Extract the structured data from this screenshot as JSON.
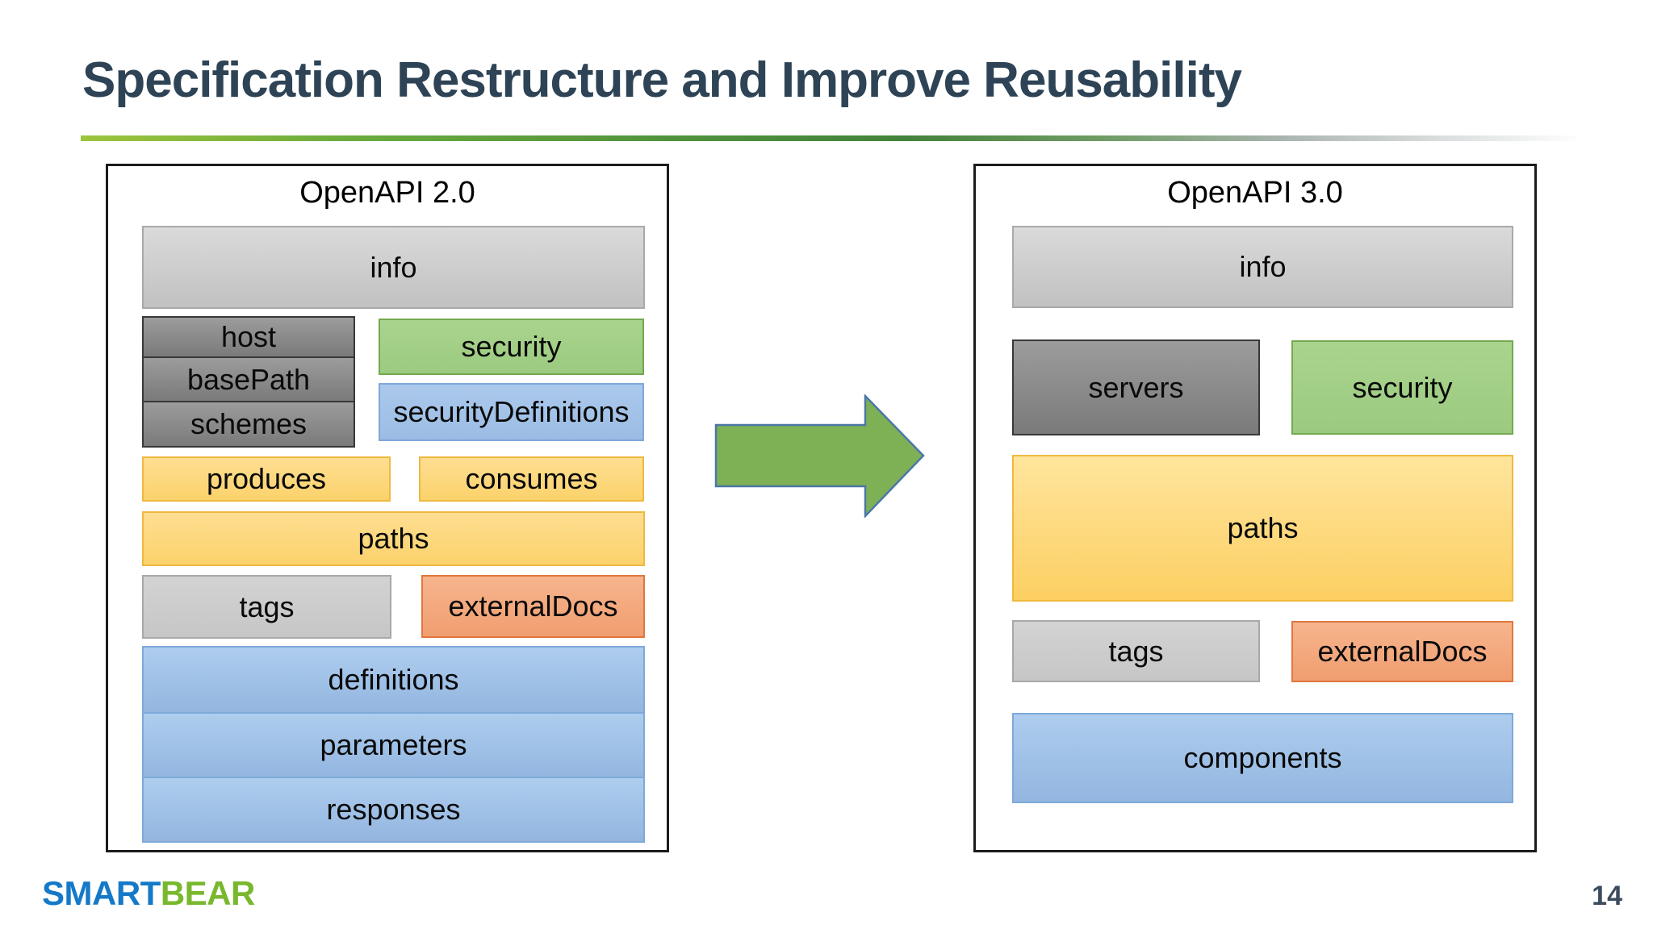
{
  "slide": {
    "title": "Specification Restructure and Improve Reusability",
    "page_number": "14"
  },
  "logo": {
    "smart": "SMART",
    "bear": "BEAR"
  },
  "panels": {
    "left": {
      "title": "OpenAPI 2.0",
      "blocks": {
        "info": "info",
        "host": "host",
        "basePath": "basePath",
        "schemes": "schemes",
        "security": "security",
        "securityDefinitions": "securityDefinitions",
        "produces": "produces",
        "consumes": "consumes",
        "paths": "paths",
        "tags": "tags",
        "externalDocs": "externalDocs",
        "definitions": "definitions",
        "parameters": "parameters",
        "responses": "responses"
      }
    },
    "right": {
      "title": "OpenAPI 3.0",
      "blocks": {
        "info": "info",
        "servers": "servers",
        "security": "security",
        "paths": "paths",
        "tags": "tags",
        "externalDocs": "externalDocs",
        "components": "components"
      }
    }
  },
  "icons": {
    "arrow": "right-arrow"
  },
  "colors": {
    "title_text": "#2e4456",
    "underline_green_start": "#9dc43c",
    "underline_green_mid": "#43823a",
    "underline_gray_end": "#d8dcdc",
    "block_gray_light": "#cfcfcf",
    "block_gray_dark": "#8a8a8a",
    "block_green": "#a2cf87",
    "block_green_border": "#72a94e",
    "block_blue": "#a1c0e6",
    "block_blue_border": "#7ea9da",
    "block_yellow": "#fdd878",
    "block_yellow_border": "#efb93f",
    "block_salmon": "#f3a97f",
    "block_salmon_border": "#e0773e",
    "arrow_fill": "#7eb055",
    "arrow_border": "#4a77a8",
    "logo_smart_blue": "#1579c8",
    "logo_bear_green": "#79b82e",
    "page_number_text": "#3c4b5d"
  }
}
